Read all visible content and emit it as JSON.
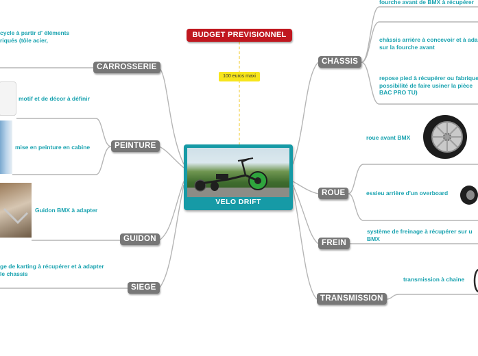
{
  "central": {
    "title": "VELO DRIFT",
    "image": "drift-trike-photo"
  },
  "budget": {
    "title": "BUDGET PREVISIONNEL",
    "note": "100 euros maxi"
  },
  "left_branches": {
    "carrosserie": {
      "label": "CARROSSERIE",
      "notes": [
        "cycle à partir d' éléments",
        "riqués (tôle acier,"
      ]
    },
    "peinture": {
      "label": "PEINTURE",
      "notes": [
        "motif et de décor à définir",
        "mise en peinture en cabine"
      ]
    },
    "guidon": {
      "label": "GUIDON",
      "notes": [
        "Guidon  BMX à adapter"
      ]
    },
    "siege": {
      "label": "SIEGE",
      "notes": [
        "ge de karting à récupérer et à adapter",
        " le chassis"
      ]
    }
  },
  "right_branches": {
    "chassis": {
      "label": "CHASSIS",
      "notes": [
        "fourche avant de BMX à récupérer",
        "châssis arrière à concevoir et à adapter",
        "sur la fourche avant",
        "repose pied à récupérer ou fabriquer",
        "possibilité de faire usiner la pièce",
        "BAC PRO TU)"
      ]
    },
    "roue": {
      "label": "ROUE",
      "notes": [
        "roue avant BMX",
        "essieu arrière d'un overboard"
      ]
    },
    "frein": {
      "label": "FREIN",
      "notes": [
        "système de freinage à récupérer sur u",
        "BMX"
      ]
    },
    "transmission": {
      "label": "TRANSMISSION",
      "notes": [
        "transmission à chaine"
      ]
    }
  },
  "colors": {
    "topic": "#777777",
    "note_text": "#1aa3b0",
    "central": "#169aa6",
    "budget": "#c0171f",
    "sticky": "#f7e51c",
    "lines": "#b5b5b5"
  }
}
